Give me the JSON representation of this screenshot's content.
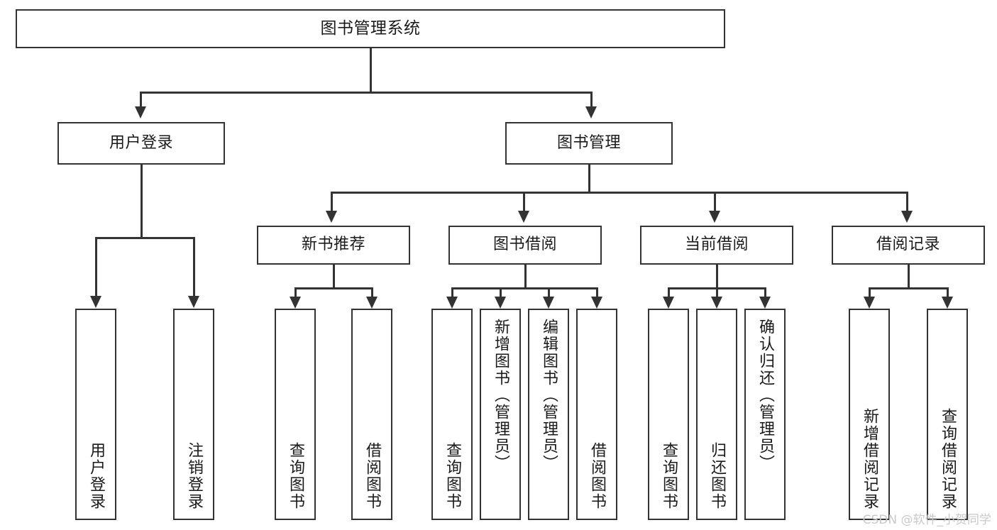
{
  "diagram": {
    "title": "图书管理系统",
    "watermark": "CSDN @软件_小贺同学",
    "colors": {
      "stroke": "#333333",
      "background": "#ffffff",
      "text": "#1a1a1a",
      "watermark": "#c9c9c9"
    },
    "root": {
      "label": "图书管理系统"
    },
    "level2": [
      {
        "label": "用户登录"
      },
      {
        "label": "图书管理"
      }
    ],
    "level3": [
      {
        "label": "新书推荐"
      },
      {
        "label": "图书借阅"
      },
      {
        "label": "当前借阅"
      },
      {
        "label": "借阅记录"
      }
    ],
    "leaves": {
      "user_login": [
        {
          "label": "用户登录"
        },
        {
          "label": "注销登录"
        }
      ],
      "new_book": [
        {
          "label": "查询图书"
        },
        {
          "label": "借阅图书"
        }
      ],
      "borrow": [
        {
          "label": "查询图书"
        },
        {
          "label": "新增图书（管理员）"
        },
        {
          "label": "编辑图书（管理员）"
        },
        {
          "label": "借阅图书"
        }
      ],
      "current": [
        {
          "label": "查询图书"
        },
        {
          "label": "归还图书"
        },
        {
          "label": "确认归还（管理员）"
        }
      ],
      "records": [
        {
          "label": "新增借阅记录"
        },
        {
          "label": "查询借阅记录"
        }
      ]
    }
  }
}
